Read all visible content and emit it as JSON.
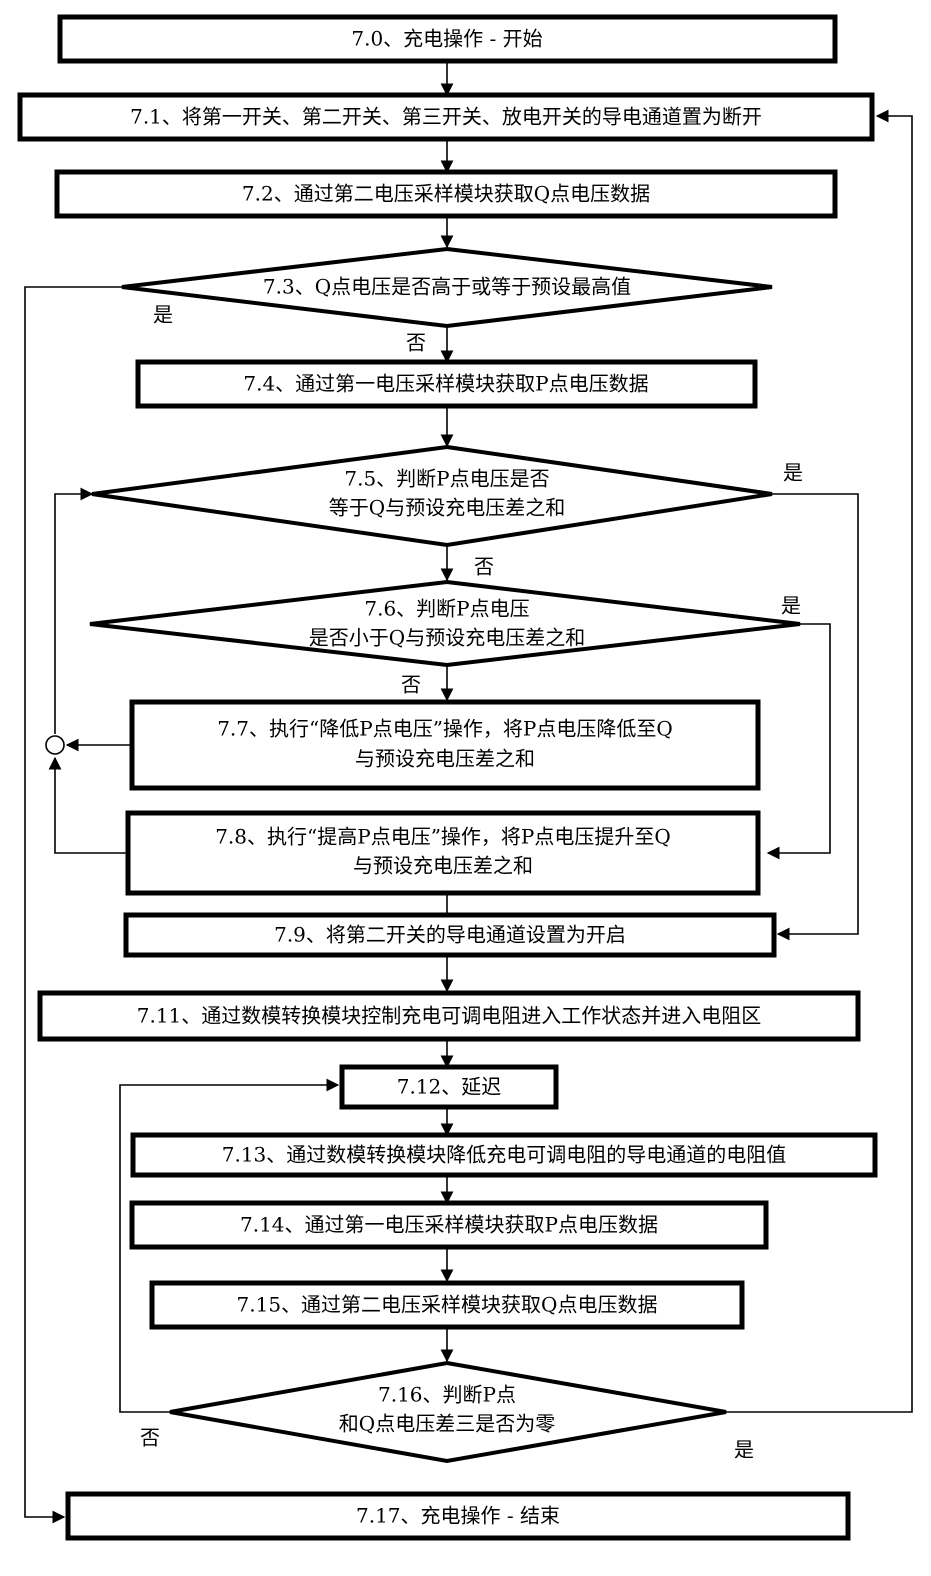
{
  "steps": {
    "s70": "7.0、充电操作 - 开始",
    "s71": "7.1、将第一开关、第二开关、第三开关、放电开关的导电通道置为断开",
    "s72": "7.2、通过第二电压采样模块获取Q点电压数据",
    "s73": "7.3、Q点电压是否高于或等于预设最高值",
    "s74": "7.4、通过第一电压采样模块获取P点电压数据",
    "s75_l1": "7.5、判断P点电压是否",
    "s75_l2": "等于Q与预设充电压差之和",
    "s76_l1": "7.6、判断P点电压",
    "s76_l2": "是否小于Q与预设充电压差之和",
    "s77_l1": "7.7、执行“降低P点电压”操作，将P点电压降低至Q",
    "s77_l2": "与预设充电压差之和",
    "s78_l1": "7.8、执行“提高P点电压”操作，将P点电压提升至Q",
    "s78_l2": "与预设充电压差之和",
    "s79": "7.9、将第二开关的导电通道设置为开启",
    "s711": "7.11、通过数模转换模块控制充电可调电阻进入工作状态并进入电阻区",
    "s712": "7.12、延迟",
    "s713": "7.13、通过数模转换模块降低充电可调电阻的导电通道的电阻值",
    "s714": "7.14、通过第一电压采样模块获取P点电压数据",
    "s715": "7.15、通过第二电压采样模块获取Q点电压数据",
    "s716_l1": "7.16、判断P点",
    "s716_l2": "和Q点电压差三是否为零",
    "s717": "7.17、充电操作 - 结束"
  },
  "branch": {
    "yes": "是",
    "no": "否"
  }
}
